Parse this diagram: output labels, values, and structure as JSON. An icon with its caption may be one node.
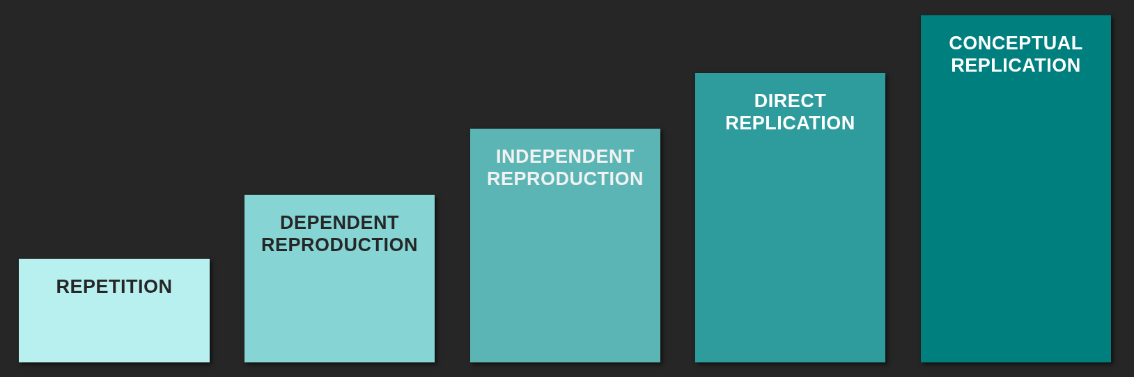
{
  "diagram": {
    "nodes": [
      {
        "text": [
          "REPETITION"
        ]
      },
      {
        "text": [
          "DEPENDENT REPRODUCTION"
        ]
      },
      {
        "text": [
          "INDEPENDENT REPRODUCTION"
        ]
      },
      {
        "text": [
          "DIRECT REPLICATION"
        ]
      },
      {
        "text": [
          "CONCEPTUAL REPLICATION"
        ]
      }
    ]
  }
}
